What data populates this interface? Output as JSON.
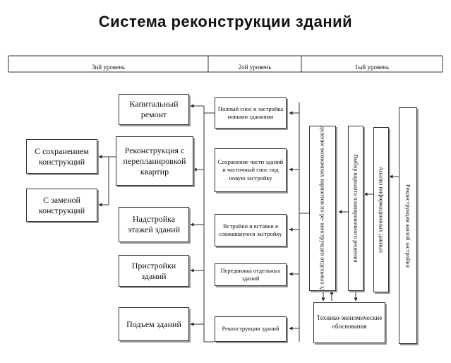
{
  "title": "Система реконструкции зданий",
  "levels": {
    "level3": "3ий уровень",
    "level2": "2ой уровень",
    "level1": "1ый уровень"
  },
  "level3_boxes": {
    "capital_repair": "Капитальный ремонт",
    "reconstruction_replanning": "Реконструкция с перепланировкой квартир",
    "with_preservation": "С сохранением конструкций",
    "with_replacement": "С заменой конструкций",
    "floor_addition": "Надстройка этажей зданий",
    "extensions": "Пристройки зданий",
    "lifting": "Подъем зданий"
  },
  "level2_boxes": {
    "full_demolition": "Полный снос и застройка новыми зданиями",
    "partial_preservation": "Сохранение части зданий и частичный снос под новую застройку",
    "infill": "Встройки и вставки в сложившуюся застройку",
    "relocation": "Передвижка отдельных зданий",
    "building_reconstruction": "Реконструкция зданий"
  },
  "level1_boxes": {
    "determination": "Определение возможных вариантов по ре- конструкции отдельных зданий",
    "choice": "Выбор варианта планировочного решения",
    "analysis": "Анализ информационных данных",
    "residential": "Реконструкция жилой застройки",
    "feasibility": "Технико-экономические обоснования"
  }
}
